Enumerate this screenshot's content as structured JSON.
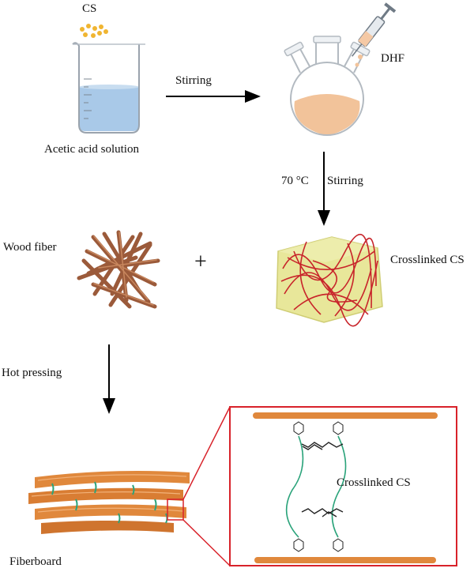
{
  "labels": {
    "cs": "CS",
    "acetic_acid": "Acetic acid solution",
    "stirring_1": "Stirring",
    "dhf": "DHF",
    "temperature": "70 °C",
    "stirring_2": "Stirring",
    "wood_fiber": "Wood fiber",
    "plus": "+",
    "crosslinked_cs": "Crosslinked CS",
    "hot_pressing": "Hot pressing",
    "fiberboard": "Fiberboard",
    "crosslinked_cs_zoom": "Crosslinked CS"
  },
  "colors": {
    "solution_blue": "#a9c9e8",
    "flask_liquid": "#f2c39a",
    "cs_particles": "#f0b531",
    "wood_brown": "#9b5a3a",
    "gel_yellow": "#e8e79a",
    "polymer_red": "#c8252b",
    "fiber_orange": "#e0883c",
    "crosslink_green": "#2aa37a",
    "zoom_border": "#d8222a"
  }
}
